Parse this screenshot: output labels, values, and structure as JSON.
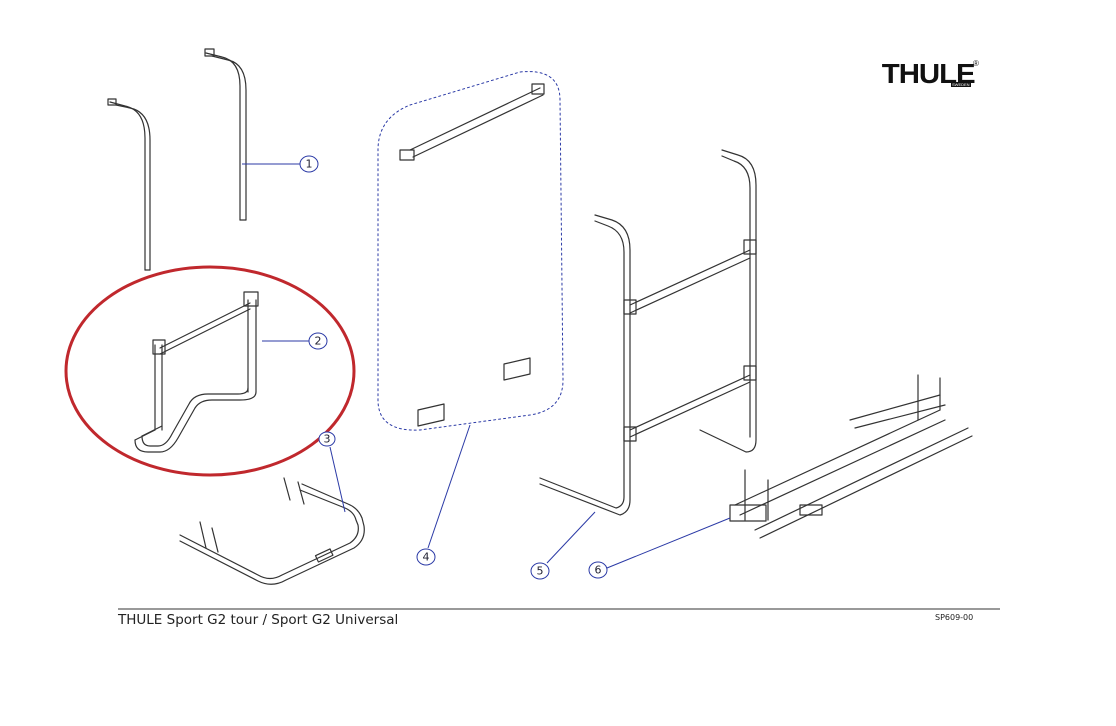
{
  "brand": {
    "logo_text": "THULE",
    "logo_sub": "SWEDEN",
    "registered": "®"
  },
  "caption": "THULE Sport G2 tour / Sport G2 Universal",
  "drawing_code": "SP609-00",
  "callouts": [
    "1",
    "2",
    "3",
    "4",
    "5",
    "6"
  ],
  "colors": {
    "line": "#333333",
    "callout": "#2b3aa6",
    "highlight": "#c0282d"
  },
  "highlighted_part": "2"
}
